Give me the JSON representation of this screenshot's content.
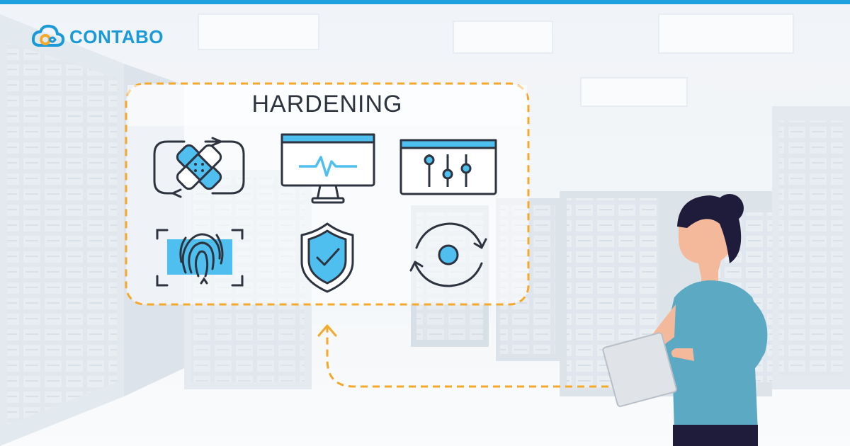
{
  "brand": {
    "name": "CONTABO",
    "logo_icon": "cloud-logo-icon",
    "color": "#1a9ad9"
  },
  "panel": {
    "title": "HARDENING",
    "border_color": "#f4a92a",
    "icons": [
      "patch-bandage-icon",
      "monitor-activity-icon",
      "settings-sliders-icon",
      "fingerprint-scan-icon",
      "shield-check-icon",
      "update-cycle-icon"
    ]
  },
  "colors": {
    "accent_blue": "#4fbfef",
    "outline": "#2d3440",
    "arrow": "#f4a92a",
    "top_bar": "#1ea0e0"
  },
  "illustration": {
    "figure": "person-with-tablet",
    "background": "server-room"
  }
}
